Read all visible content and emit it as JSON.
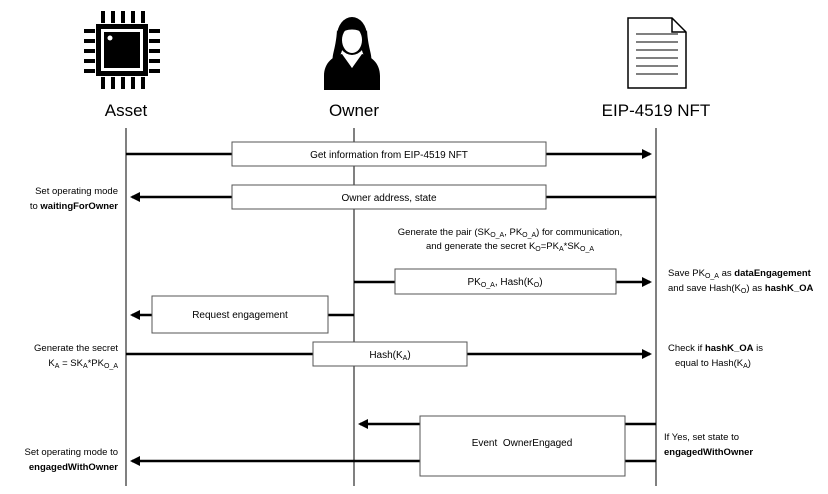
{
  "actors": {
    "asset": "Asset",
    "owner": "Owner",
    "nft": "EIP-4519 NFT"
  },
  "icons": {
    "asset": "microchip-icon",
    "owner": "person-icon",
    "nft": "document-icon"
  },
  "messages": {
    "get_info": "Get information from EIP-4519 NFT",
    "owner_state": "Owner address, state",
    "pk_hash": {
      "pre": "PK",
      "sub1": "O_A",
      "mid": ", Hash(K",
      "sub2": "O",
      "post": ")"
    },
    "request": "Request engagement",
    "hash_ka": {
      "pre": "Hash(K",
      "sub": "A",
      "post": ")"
    },
    "event": "Event  OwnerEngaged"
  },
  "notes": {
    "waiting": {
      "line1": "Set operating mode",
      "line2_pre": "to ",
      "line2_bold": "waitingForOwner"
    },
    "generate_pair": {
      "l1_a": "Generate the pair (SK",
      "l1_s1": "O_A",
      "l1_b": ", PK",
      "l1_s2": "O_A",
      "l1_c": ") for communication,",
      "l2_a": "and generate the secret K",
      "l2_s1": "O",
      "l2_b": "=PK",
      "l2_s2": "A",
      "l2_c": "*SK",
      "l2_s3": "O_A"
    },
    "save_pk": {
      "l1_a": "Save PK",
      "l1_s": "O_A",
      "l1_b": " as ",
      "l1_bold": "dataEngagement",
      "l2_a": "and save Hash(K",
      "l2_s": "O",
      "l2_b": ") as ",
      "l2_bold": "hashK_OA"
    },
    "gen_secret": {
      "l1": "Generate the secret",
      "l2_a": "K",
      "l2_s1": "A",
      "l2_b": " = SK",
      "l2_s2": "A",
      "l2_c": "*PK",
      "l2_s3": "O_A"
    },
    "check": {
      "l1_a": "Check if ",
      "l1_bold": "hashK_OA",
      "l1_b": " is",
      "l2_a": "equal to Hash(K",
      "l2_s": "A",
      "l2_b": ")"
    },
    "if_yes": {
      "l1": "If Yes, set state to",
      "l2_bold": "engagedWithOwner"
    },
    "engaged": {
      "l1": "Set operating mode to",
      "l2_bold": "engagedWithOwner"
    }
  }
}
